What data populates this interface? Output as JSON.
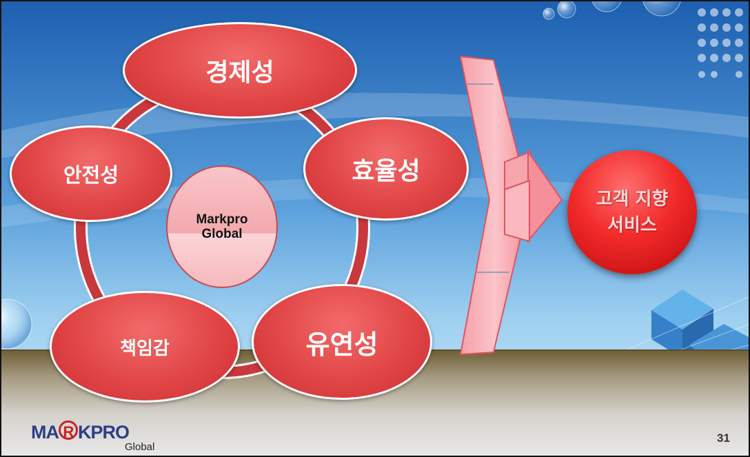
{
  "center": {
    "line1": "Markpro",
    "line2": "Global"
  },
  "values": {
    "economy": "경제성",
    "efficiency": "효율성",
    "flexibility": "유연성",
    "responsibility": "책임감",
    "safety": "안전성"
  },
  "goal": {
    "line1": "고객 지향",
    "line2": "서비스"
  },
  "footer": {
    "logo_main": "MA® KPRO",
    "logo_r": "R",
    "logo_left": "MA",
    "logo_right": "KPRO",
    "logo_sub": "Global",
    "page_number": "31"
  },
  "colors": {
    "value_fill": "#e14546",
    "goal_fill": "#f22a2a",
    "center_fill": "#f3a9ae",
    "ring": "#c8383c",
    "floor": "#7a6a3e"
  }
}
